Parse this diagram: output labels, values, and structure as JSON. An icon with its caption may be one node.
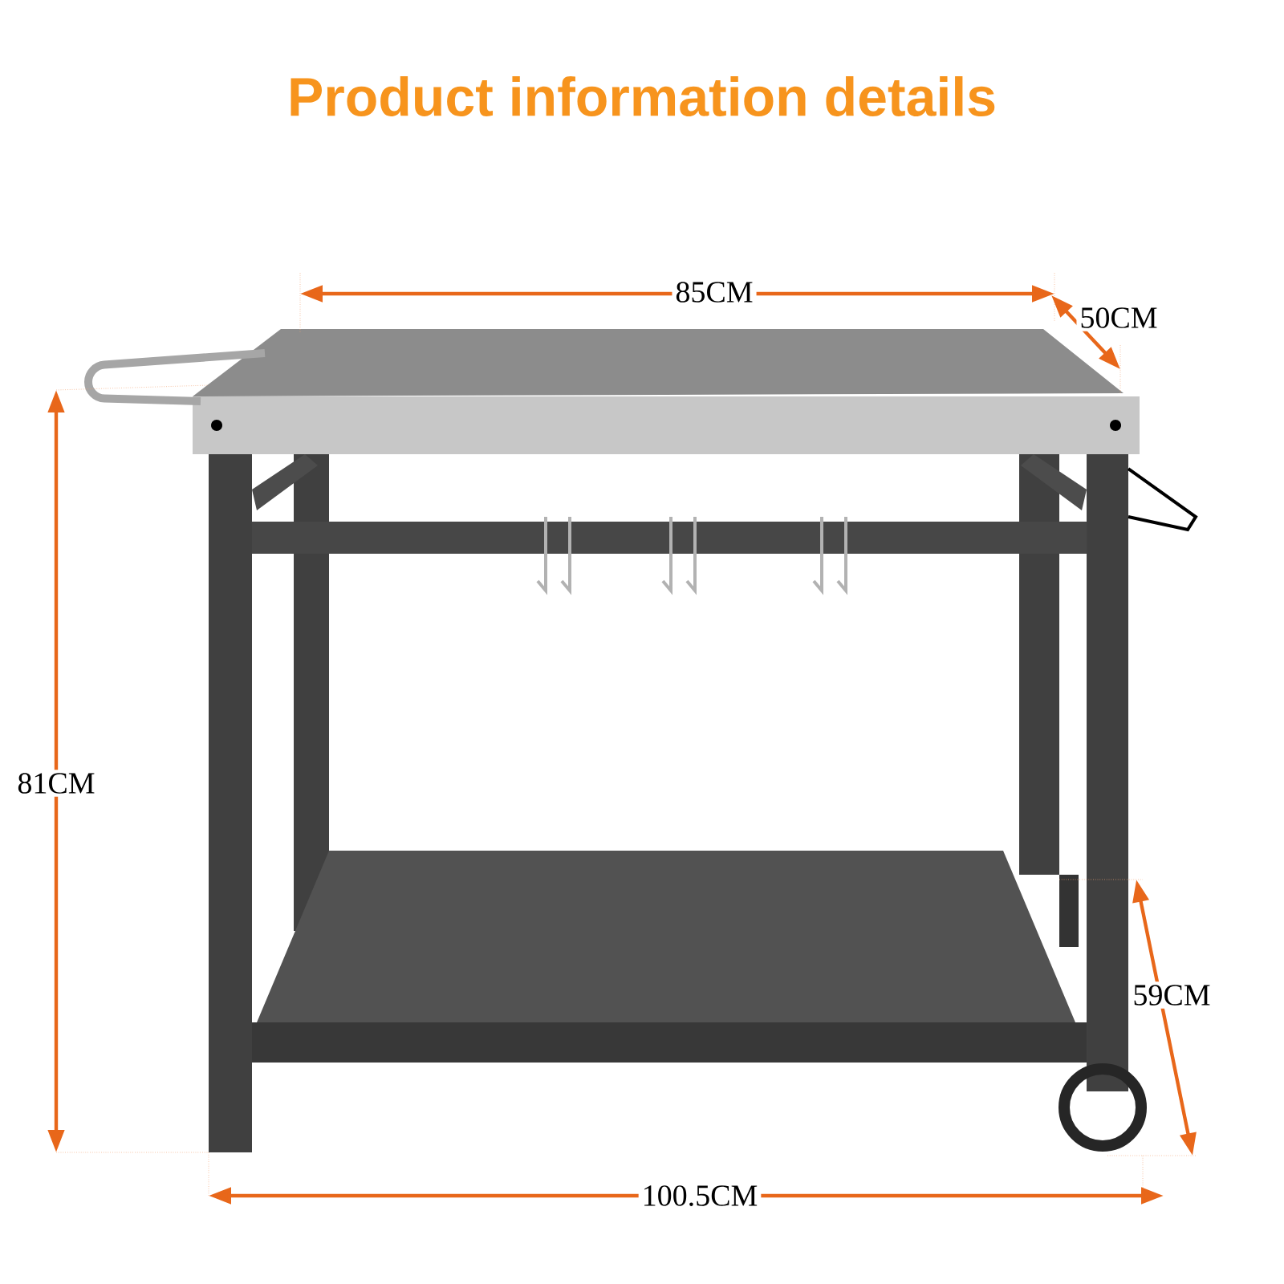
{
  "diagram": {
    "title": "Product information details",
    "labels": [
      "85CM",
      "50CM",
      "81CM",
      "59CM",
      "100.5CM"
    ]
  }
}
